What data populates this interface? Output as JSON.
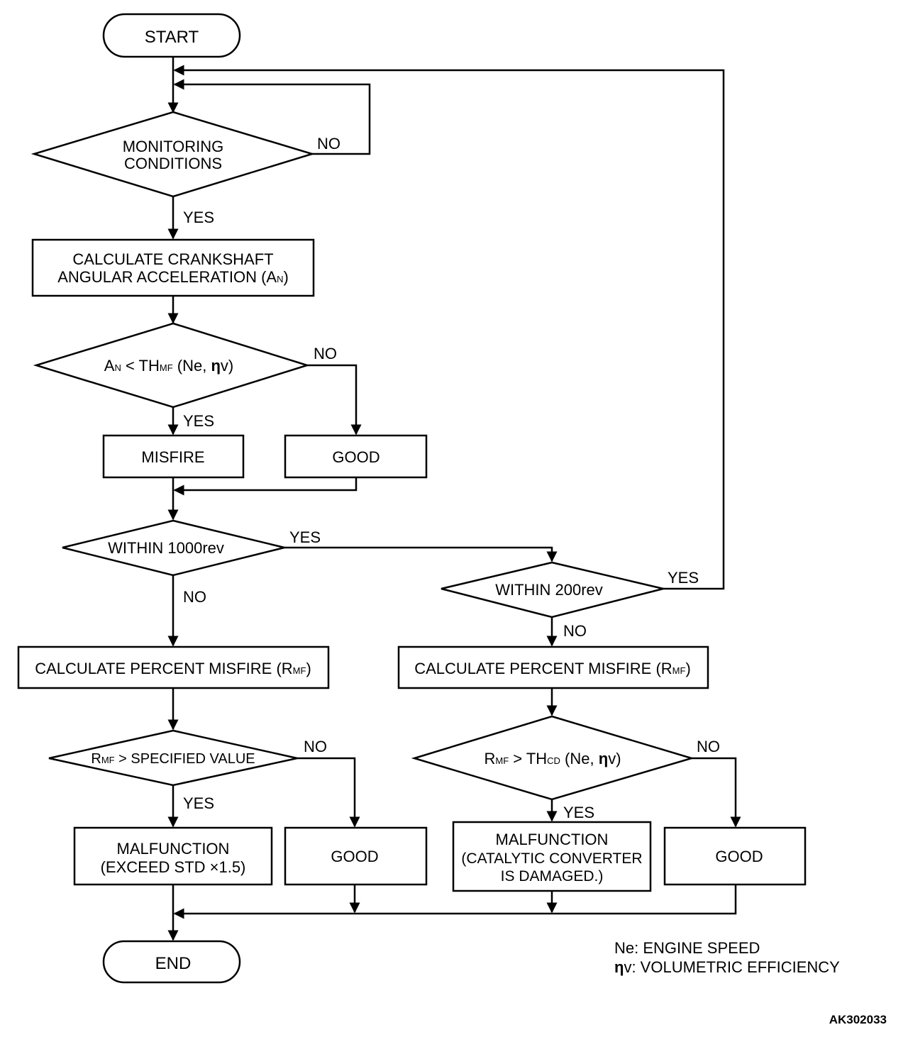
{
  "nodes": {
    "start": "START",
    "end": "END",
    "monitoring": [
      "MONITORING",
      "CONDITIONS"
    ],
    "calc_accel": {
      "line1": "CALCULATE CRANKSHAFT",
      "line2": "ANGULAR ACCELERATION (A",
      "sub": "N",
      "close": ")"
    },
    "an_compare": {
      "a": "A",
      "a_sub": "N",
      "mid": " < TH",
      "mid_sub": "MF",
      "tail": " (Ne, ",
      "eta": "η",
      "tail2": "v)"
    },
    "misfire": "MISFIRE",
    "good_1": "GOOD",
    "within_1000": "WITHIN 1000rev",
    "within_200": "WITHIN 200rev",
    "calc_percent_left": {
      "text": "CALCULATE PERCENT MISFIRE (R",
      "sub": "MF",
      "close": ")"
    },
    "calc_percent_right": {
      "text": "CALCULATE PERCENT MISFIRE (R",
      "sub": "MF",
      "close": ")"
    },
    "rmf_specified": {
      "r": "R",
      "sub": "MF",
      "tail": " > SPECIFIED VALUE"
    },
    "rmf_thcd": {
      "r": "R",
      "sub": "MF",
      "mid": " > TH",
      "mid_sub": "CD",
      "tail": " (Ne, ",
      "eta": "η",
      "tail2": "v)"
    },
    "malfunction_std": [
      "MALFUNCTION",
      "(EXCEED STD  ×1.5)"
    ],
    "good_2": "GOOD",
    "malfunction_cat": [
      "MALFUNCTION",
      "(CATALYTIC CONVERTER",
      "IS DAMAGED.)"
    ],
    "good_3": "GOOD"
  },
  "edges": {
    "no": "NO",
    "yes": "YES"
  },
  "legend": {
    "ne": "Ne: ENGINE SPEED",
    "eta": "η",
    "eta_desc": "v: VOLUMETRIC EFFICIENCY"
  },
  "figure_code": "AK302033"
}
